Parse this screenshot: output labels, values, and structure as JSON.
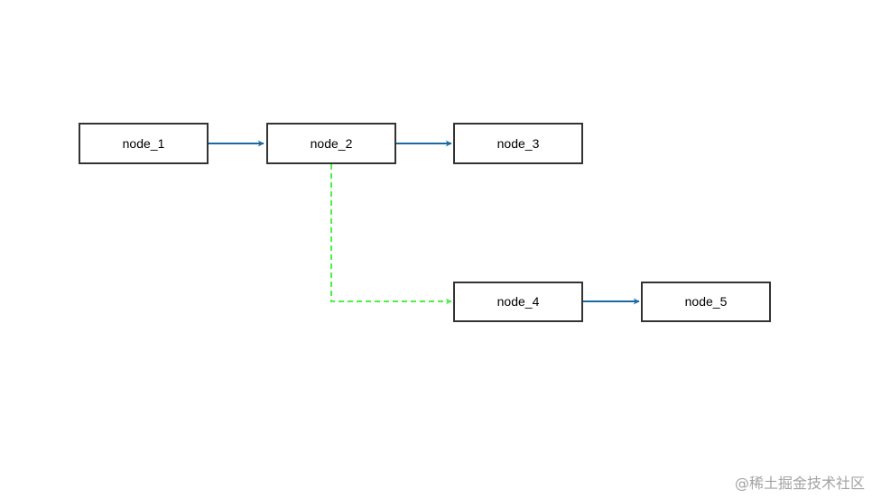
{
  "diagram": {
    "nodes": [
      {
        "id": "node_1",
        "label": "node_1"
      },
      {
        "id": "node_2",
        "label": "node_2"
      },
      {
        "id": "node_3",
        "label": "node_3"
      },
      {
        "id": "node_4",
        "label": "node_4"
      },
      {
        "id": "node_5",
        "label": "node_5"
      }
    ],
    "edges": [
      {
        "from": "node_1",
        "to": "node_2",
        "style": "solid"
      },
      {
        "from": "node_2",
        "to": "node_3",
        "style": "solid"
      },
      {
        "from": "node_2",
        "to": "node_4",
        "style": "dashed"
      },
      {
        "from": "node_4",
        "to": "node_5",
        "style": "solid"
      }
    ]
  },
  "colors": {
    "node_border": "#333333",
    "solid_edge": "#1a6aa1",
    "dashed_edge": "#4ef048",
    "watermark": "#a3a3a3"
  },
  "watermark": {
    "text": "@稀土掘金技术社区"
  }
}
